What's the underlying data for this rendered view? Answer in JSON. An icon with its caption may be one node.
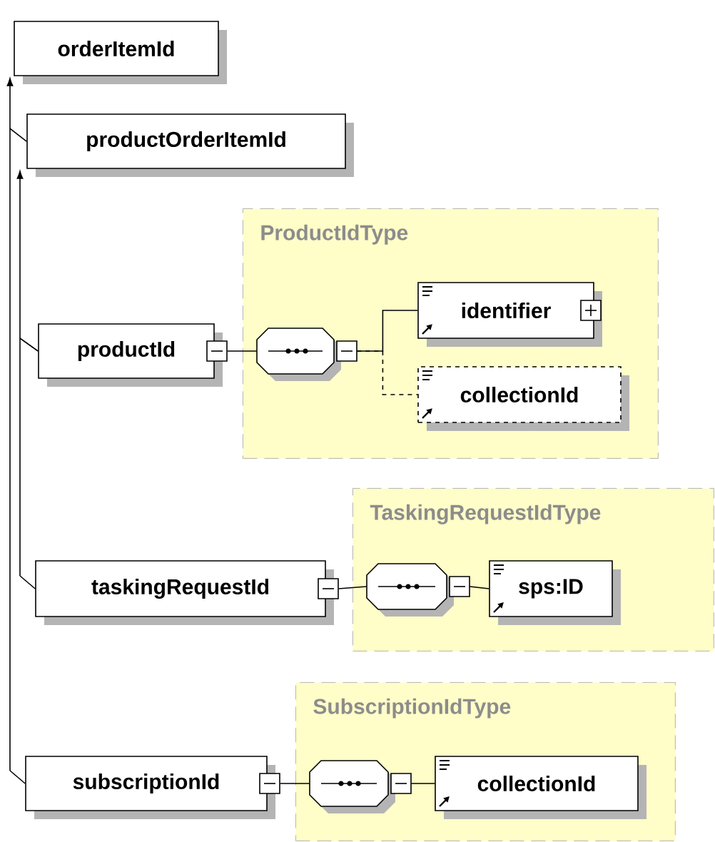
{
  "diagram": {
    "nodes": [
      {
        "text": [
          "orderItemId"
        ]
      },
      {
        "text": [
          "productOrderItemId"
        ]
      },
      {
        "text": [
          "productId"
        ]
      },
      {
        "text": [
          "ProductIdType"
        ]
      },
      {
        "text": [],
        "shape": "octagon",
        "in": 3
      },
      {
        "text": [
          "identifier"
        ],
        "in": 3
      },
      {
        "text": [
          "collectionId"
        ],
        "in": 3
      },
      {
        "text": [
          "taskingRequestId"
        ]
      },
      {
        "text": [
          "TaskingRequestIdType"
        ]
      },
      {
        "text": [],
        "shape": "octagon",
        "in": 8
      },
      {
        "text": [
          "sps:ID"
        ],
        "in": 8
      },
      {
        "text": [
          "subscriptionId"
        ]
      },
      {
        "text": [
          "SubscriptionIdType"
        ]
      },
      {
        "text": [],
        "shape": "octagon",
        "in": 12
      },
      {
        "text": [
          "collectionId"
        ],
        "in": 12
      }
    ],
    "edges": [
      {
        "from": 1,
        "to": 0,
        "arrow": "to"
      },
      {
        "from": 11,
        "to": 0,
        "arrow": "to"
      },
      {
        "from": 2,
        "to": 1,
        "arrow": "to"
      },
      {
        "from": 7,
        "to": 1,
        "arrow": "to"
      },
      {
        "from": 2,
        "to": 4,
        "arrow": "none"
      },
      {
        "from": 4,
        "to": 5,
        "arrow": "none"
      },
      {
        "from": 4,
        "to": 6,
        "arrow": "none",
        "style": "dashed"
      },
      {
        "from": 7,
        "to": 9,
        "arrow": "none"
      },
      {
        "from": 9,
        "to": 10,
        "arrow": "none"
      },
      {
        "from": 11,
        "to": 13,
        "arrow": "none"
      },
      {
        "from": 13,
        "to": 14,
        "arrow": "none"
      }
    ]
  }
}
